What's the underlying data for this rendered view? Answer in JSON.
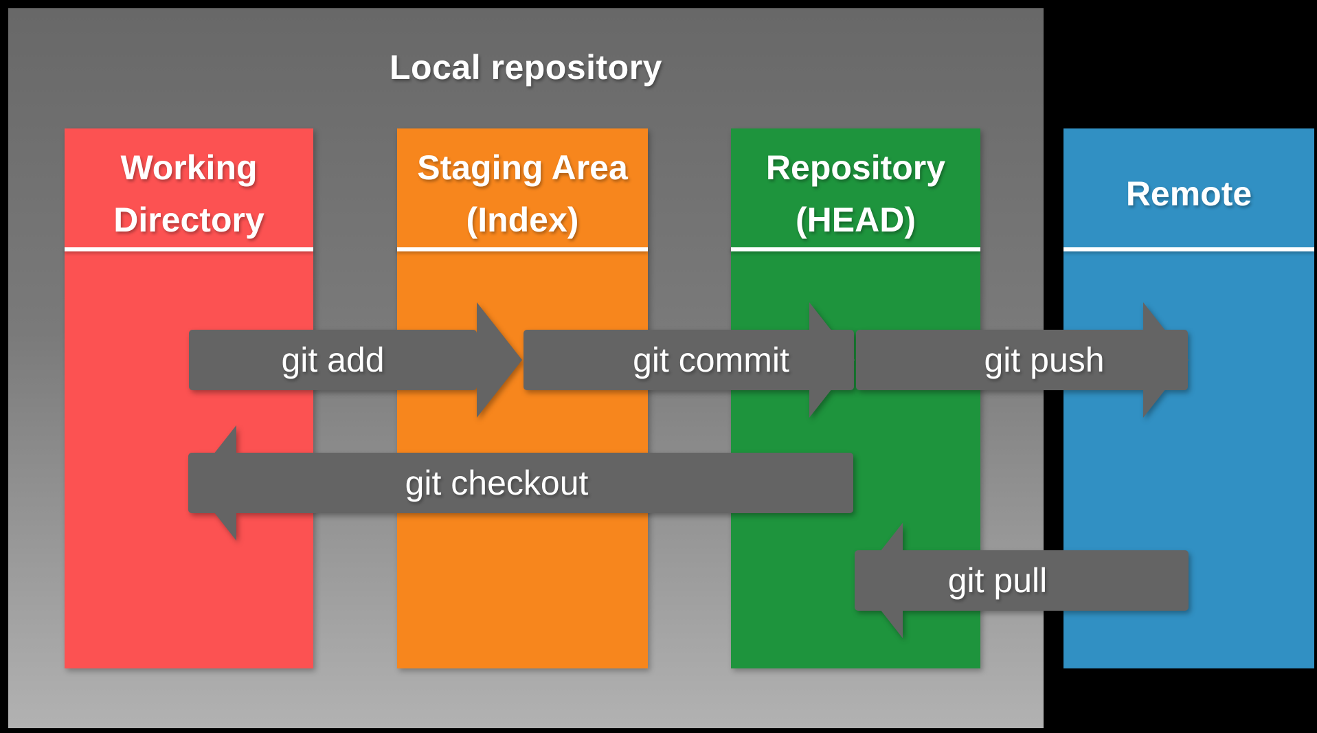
{
  "diagram": {
    "title": "Local repository"
  },
  "boxes": [
    {
      "label": "Working Directory",
      "line1": "Working",
      "line2": "Directory",
      "color": "#fc5252"
    },
    {
      "label": "Staging Area (Index)",
      "line1": "Staging Area",
      "line2": "(Index)",
      "color": "#f7861d"
    },
    {
      "label": "Repository (HEAD)",
      "line1": "Repository",
      "line2": "(HEAD)",
      "color": "#1e943d"
    },
    {
      "label": "Remote",
      "line1": "Remote",
      "line2": "",
      "color": "#3190c3"
    }
  ],
  "arrows": [
    {
      "label": "git add",
      "direction": "right",
      "from": "Working Directory",
      "to": "Staging Area (Index)"
    },
    {
      "label": "git commit",
      "direction": "right",
      "from": "Staging Area (Index)",
      "to": "Repository (HEAD)"
    },
    {
      "label": "git push",
      "direction": "right",
      "from": "Repository (HEAD)",
      "to": "Remote"
    },
    {
      "label": "git checkout",
      "direction": "left",
      "from": "Repository (HEAD)",
      "to": "Working Directory"
    },
    {
      "label": "git pull",
      "direction": "left",
      "from": "Remote",
      "to": "Repository (HEAD)"
    }
  ],
  "colors": {
    "background": "#000000",
    "panel_gradient_top": "#686868",
    "panel_gradient_bottom": "#b2b2b2",
    "arrow": "#646464",
    "separator": "#ffffff",
    "text": "#ffffff",
    "working": "#fc5252",
    "staging": "#f7861d",
    "repository": "#1e943d",
    "remote": "#3190c3"
  }
}
